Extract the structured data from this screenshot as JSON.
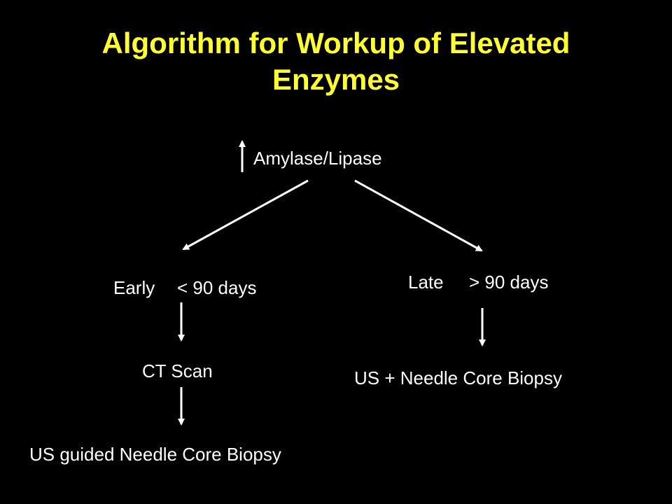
{
  "title": {
    "line1": "Algorithm for Workup of Elevated",
    "line2": "Enzymes"
  },
  "colors": {
    "background": "#000000",
    "title": "#FFFF33",
    "text": "#FFFFFF",
    "arrow": "#FFFFFF"
  },
  "nodes": {
    "root": "Amylase/Lipase",
    "early_label": "Early",
    "early_threshold": "< 90 days",
    "late_label": "Late",
    "late_threshold": "> 90 days",
    "ct_scan": "CT Scan",
    "us_guided_biopsy": "US guided Needle Core Biopsy",
    "us_needle_biopsy": "US + Needle Core Biopsy"
  }
}
